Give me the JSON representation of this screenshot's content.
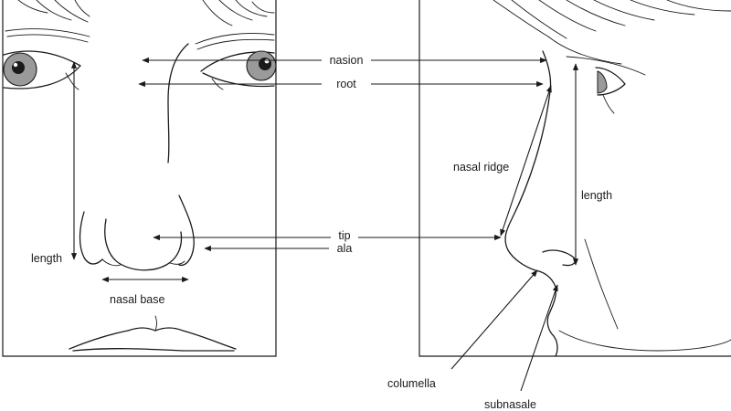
{
  "figure": {
    "labels": {
      "nasion": "nasion",
      "root": "root",
      "tip": "tip",
      "ala": "ala",
      "length_front": "length",
      "nasal_base": "nasal base",
      "nasal_ridge": "nasal ridge",
      "length_profile": "length",
      "columella": "columella",
      "subnasale": "subnasale"
    },
    "colors": {
      "ink": "#1a1a1a",
      "iris": "#9a9a9a",
      "pupil": "#1a1a1a",
      "background": "#ffffff"
    }
  }
}
